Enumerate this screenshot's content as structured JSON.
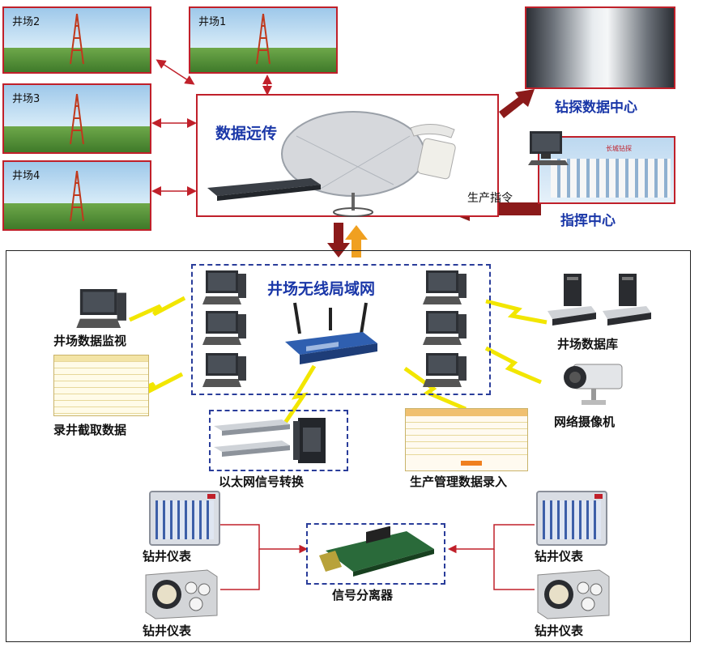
{
  "sites": {
    "site2": "井场2",
    "site1": "井场1",
    "site3": "井场3",
    "site4": "井场4"
  },
  "top": {
    "data_transfer": "数据远传",
    "data_center": "钻探数据中心",
    "command_center": "指挥中心",
    "production_command": "生产指令",
    "building_sign": "长城钻探"
  },
  "lan": {
    "title": "井场无线局域网",
    "site_monitor": "井场数据监视",
    "logging_capture": "录井截取数据",
    "ethernet_convert": "以太网信号转换",
    "site_database": "井场数据库",
    "network_camera": "网络摄像机",
    "production_entry": "生产管理数据录入",
    "instrument_tl": "钻井仪表",
    "instrument_bl": "钻井仪表",
    "instrument_tr": "钻井仪表",
    "instrument_br": "钻井仪表",
    "signal_splitter": "信号分离器"
  },
  "colors": {
    "frame_red": "#c0202a",
    "dash_blue": "#2a3d9a",
    "title_blue": "#1a37a8",
    "arrow_dark_red": "#8b1a1a",
    "arrow_orange": "#f0a020",
    "lightning_yellow": "#f2e600"
  }
}
